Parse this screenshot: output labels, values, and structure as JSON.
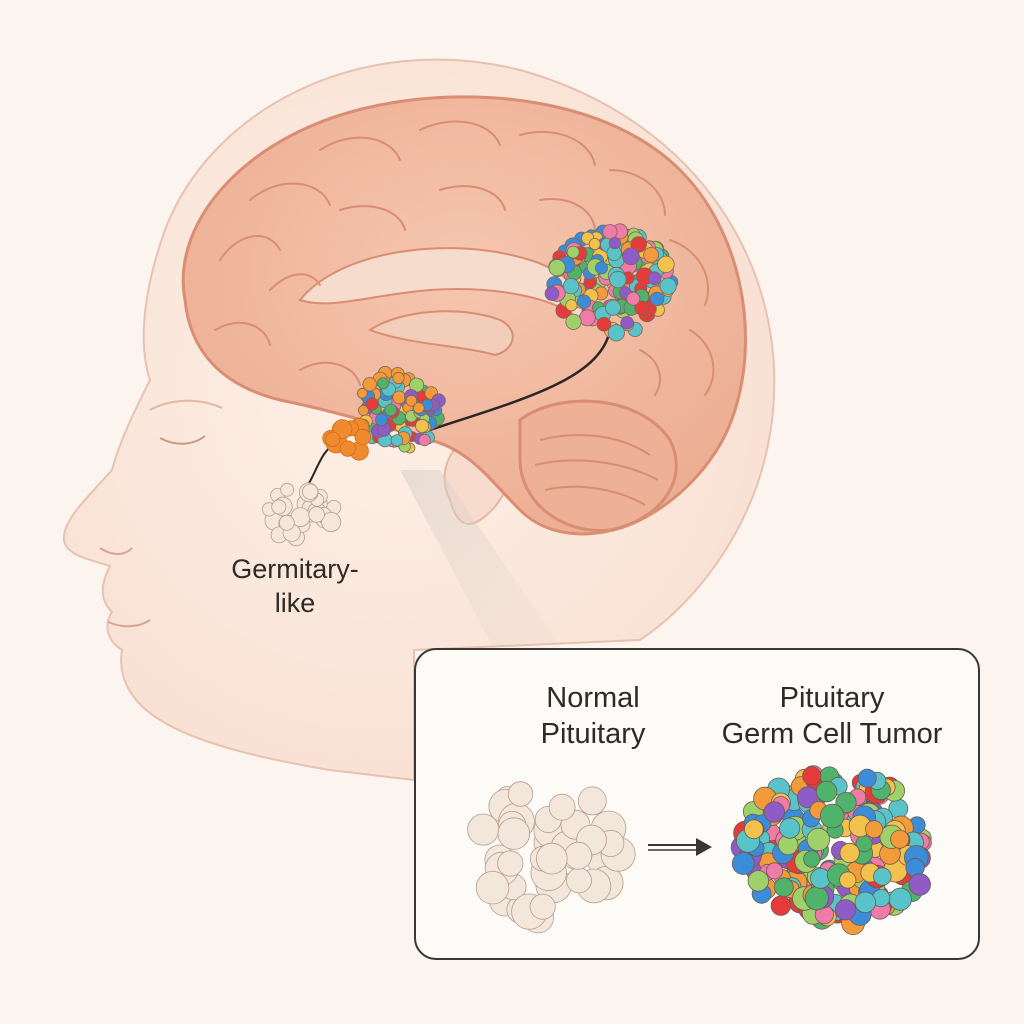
{
  "annotation": {
    "line1": "Germitary-",
    "line2": "like"
  },
  "inset": {
    "normal_title_line1": "Normal",
    "normal_title_line2": "Pituitary",
    "tumor_title_line1": "Pituitary",
    "tumor_title_line2": "Germ Cell Tumor"
  },
  "colors": {
    "background": "#fbf4ef",
    "skin": "#fbe7dc",
    "brain": "#f1b9a1",
    "brain_outline": "#d98d72",
    "normal_cell": "#f3e7dc",
    "cell_outline": "#b79c8b",
    "orange_cells": "#f08a2e",
    "tumor_palette": [
      "#e53b3b",
      "#3c8dd9",
      "#f2c14e",
      "#4fb36b",
      "#8e5bc7",
      "#f07aa8",
      "#58c4c9",
      "#f39a3b",
      "#9fd16b"
    ]
  }
}
